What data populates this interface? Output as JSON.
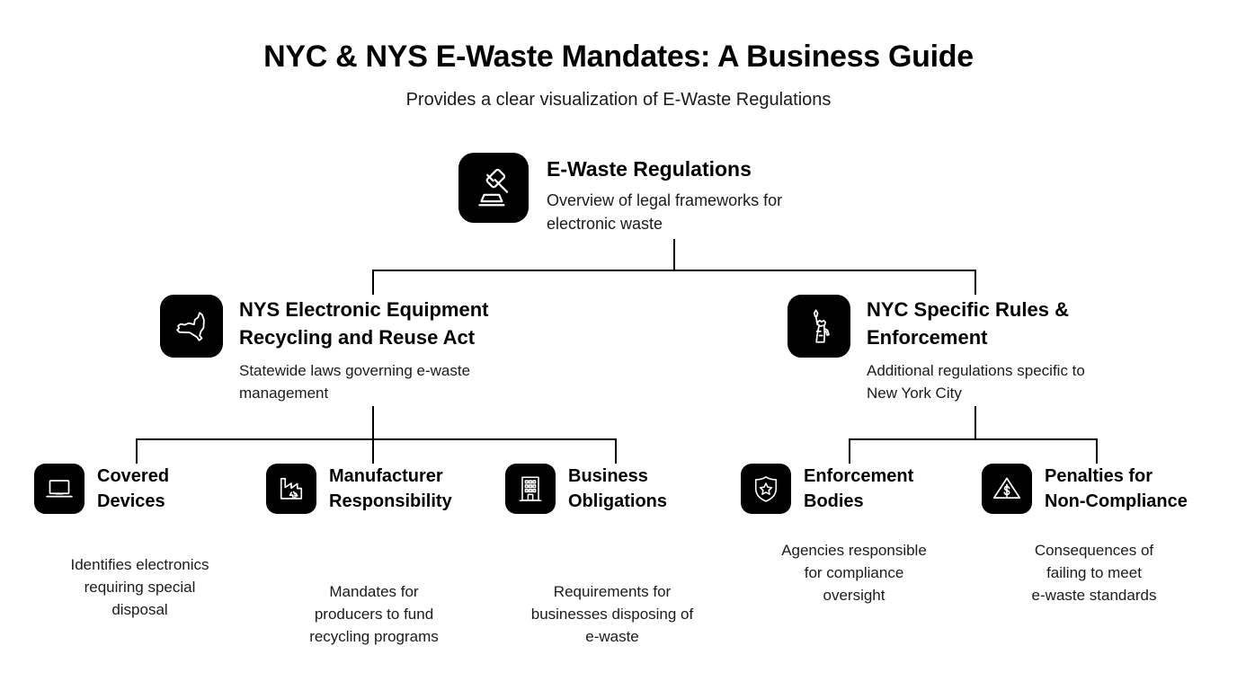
{
  "header": {
    "title": "NYC & NYS E-Waste Mandates: A Business Guide",
    "subtitle": "Provides a clear visualization of E-Waste Regulations"
  },
  "diagram": {
    "type": "tree",
    "root": {
      "id": "e-waste-regulations",
      "icon": "gavel-icon",
      "title": "E-Waste Regulations",
      "description": "Overview of legal frameworks for\nelectronic waste"
    },
    "branches": [
      {
        "id": "nys-recycling-act",
        "icon": "new-york-state-map-icon",
        "title": "NYS Electronic Equipment\nRecycling and Reuse Act",
        "description": "Statewide laws governing e-waste\nmanagement",
        "children": [
          {
            "id": "covered-devices",
            "icon": "laptop-icon",
            "title": "Covered\nDevices",
            "description": "Identifies electronics\nrequiring special\ndisposal"
          },
          {
            "id": "manufacturer-responsibility",
            "icon": "factory-recycling-icon",
            "title": "Manufacturer\nResponsibility",
            "description": "Mandates for\nproducers to fund\nrecycling programs"
          },
          {
            "id": "business-obligations",
            "icon": "office-building-icon",
            "title": "Business\nObligations",
            "description": "Requirements for\nbusinesses disposing of\ne-waste"
          }
        ]
      },
      {
        "id": "nyc-specific-rules",
        "icon": "statue-of-liberty-icon",
        "title": "NYC Specific Rules &\nEnforcement",
        "description": "Additional regulations specific to\nNew York City",
        "children": [
          {
            "id": "enforcement-bodies",
            "icon": "police-badge-icon",
            "title": "Enforcement\nBodies",
            "description": "Agencies responsible\nfor compliance\noversight"
          },
          {
            "id": "penalties-non-compliance",
            "icon": "warning-dollar-icon",
            "title": "Penalties for\nNon-Compliance",
            "description": "Consequences of\nfailing to meet\ne-waste standards"
          }
        ]
      }
    ]
  },
  "colors": {
    "background": "#ffffff",
    "icon_background": "#000000",
    "icon_stroke": "#ffffff",
    "text": "#111111",
    "connector": "#000000"
  }
}
